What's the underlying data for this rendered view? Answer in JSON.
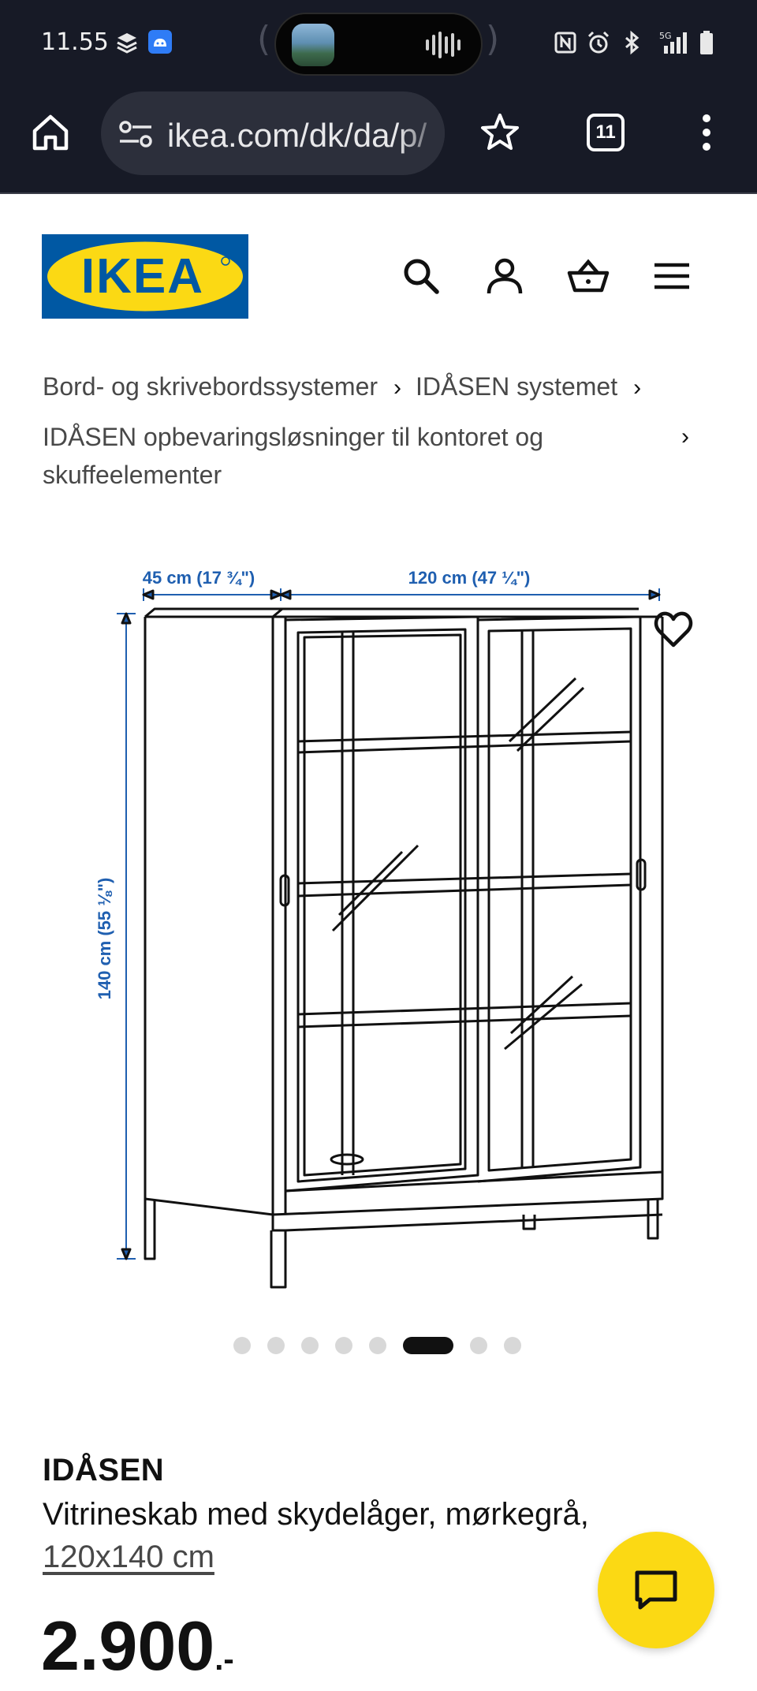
{
  "status_bar": {
    "time": "11.55",
    "right_icons": [
      "nfc-icon",
      "alarm-icon",
      "bluetooth-icon",
      "5g-signal-icon",
      "battery-icon"
    ],
    "network": "5G"
  },
  "browser": {
    "url": "ikea.com/dk/da/p/",
    "tab_count": "11"
  },
  "header": {
    "logo_text": "IKEA",
    "icons": [
      "search-icon",
      "account-icon",
      "basket-icon",
      "menu-icon"
    ]
  },
  "breadcrumb": {
    "items": [
      "Bord- og skrivebordssystemer",
      "IDÅSEN systemet",
      "IDÅSEN opbevaringsløsninger til kontoret og skuffeelementer"
    ],
    "separator": "›"
  },
  "product_image": {
    "dim_depth": "45 cm (17 ¾\")",
    "dim_width": "120 cm (47 ¼\")",
    "dim_height": "140 cm (55 ⅛\")"
  },
  "carousel": {
    "count": 8,
    "active_index": 5
  },
  "product": {
    "name": "IDÅSEN",
    "description": "Vitrineskab med skydelåger, mørkegrå,",
    "size": "120x140 cm",
    "price": "2.900",
    "price_suffix": ".-"
  },
  "colors": {
    "browser_bg": "#171a26",
    "ikea_blue": "#0058a3",
    "ikea_yellow": "#fbd914",
    "dimension_blue": "#1f5fb0"
  }
}
